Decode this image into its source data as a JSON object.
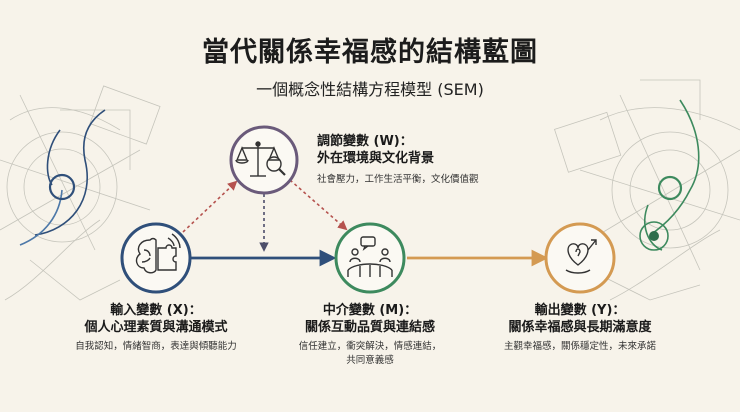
{
  "title": "當代關係幸福感的結構藍圖",
  "subtitle": "一個概念性結構方程模型 (SEM)",
  "colors": {
    "input": "#2f4f7a",
    "moderator": "#6a5a7a",
    "mediator": "#3d8a5e",
    "output": "#d49a52",
    "dashed": "#b5524e",
    "background": "#f7f3ea"
  },
  "nodes": {
    "input": {
      "icon": "brain-puzzle-icon",
      "heading_line1": "輸入變數 (X)：",
      "heading_line2": "個人心理素質與溝通模式",
      "desc": "自我認知，情緒智商，表達與傾聽能力"
    },
    "moderator": {
      "icon": "scale-magnifier-icon",
      "heading_line1": "調節變數 (W)：",
      "heading_line2": "外在環境與文化背景",
      "desc": "社會壓力，工作生活平衡，文化價值觀"
    },
    "mediator": {
      "icon": "bridge-people-icon",
      "heading_line1": "中介變數 (M)：",
      "heading_line2": "關係互動品質與連結感",
      "desc_line1": "信任建立，衝突解決，情感連結，",
      "desc_line2": "共同意義感"
    },
    "output": {
      "icon": "heart-growth-icon",
      "heading_line1": "輸出變數 (Y)：",
      "heading_line2": "關係幸福感與長期滿意度",
      "desc": "主觀幸福感，關係穩定性，未來承諾"
    }
  }
}
